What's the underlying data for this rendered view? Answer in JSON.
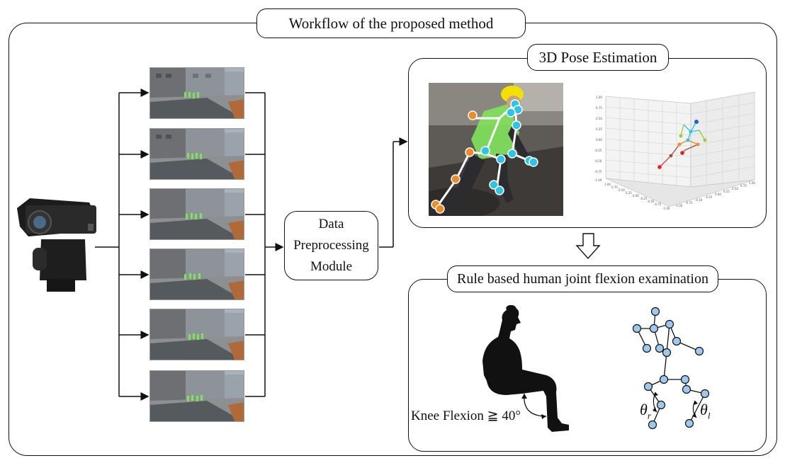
{
  "title": "Workflow of the proposed method",
  "module": {
    "line1": "Data",
    "line2": "Preprocessing",
    "line3": "Module"
  },
  "pose_section": {
    "title": "3D Pose Estimation"
  },
  "rule_section": {
    "title": "Rule based human joint flexion examination"
  },
  "knee_text": "Knee Flexion ≧ 40°",
  "theta_r": {
    "symbol": "θ",
    "sub": "r"
  },
  "theta_l": {
    "symbol": "θ",
    "sub": "l"
  },
  "plot3d": {
    "y_ticks": [
      "1.00",
      "0.75",
      "0.50",
      "0.25",
      "0.00",
      "-0.25",
      "-0.50",
      "-0.75",
      "-1.00"
    ],
    "x_ticks": [
      "1.00",
      "0.75",
      "0.50",
      "0.25",
      "0.00",
      "-0.25",
      "-0.50",
      "-0.75",
      "-1.00"
    ],
    "z_ticks": [
      "1.00",
      "0.75",
      "0.50",
      "0.25",
      "0.00",
      "-0.25",
      "-0.50",
      "-0.75",
      "-1.00"
    ]
  },
  "colors": {
    "left_joint": "#f08a24",
    "right_joint": "#2ec4e6",
    "skeleton_node": "#9ec9ef",
    "vest": "#7fe35a",
    "helmet": "#f4e000"
  }
}
